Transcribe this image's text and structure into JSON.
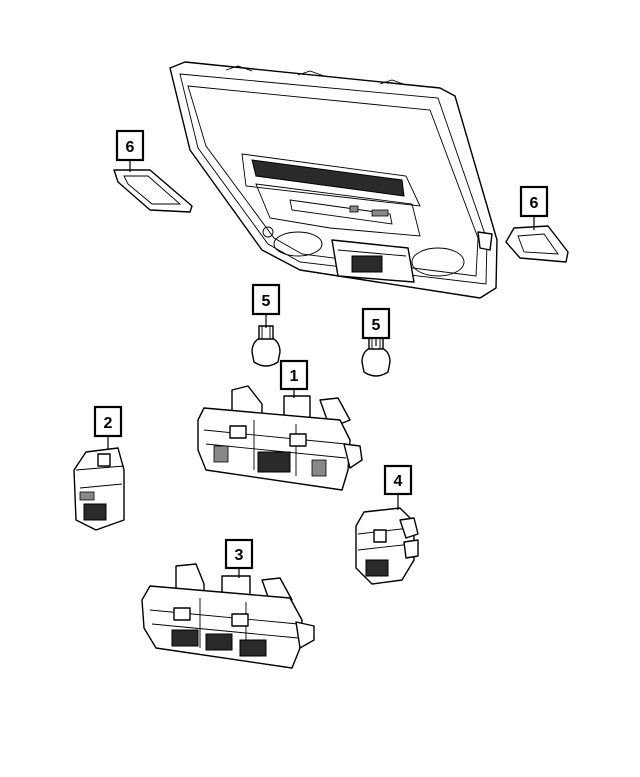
{
  "callouts": [
    {
      "id": "callout-1",
      "label": "1"
    },
    {
      "id": "callout-2",
      "label": "2"
    },
    {
      "id": "callout-3",
      "label": "3"
    },
    {
      "id": "callout-4",
      "label": "4"
    },
    {
      "id": "callout-5a",
      "label": "5"
    },
    {
      "id": "callout-5b",
      "label": "5"
    },
    {
      "id": "callout-6a",
      "label": "6"
    },
    {
      "id": "callout-6b",
      "label": "6"
    }
  ]
}
